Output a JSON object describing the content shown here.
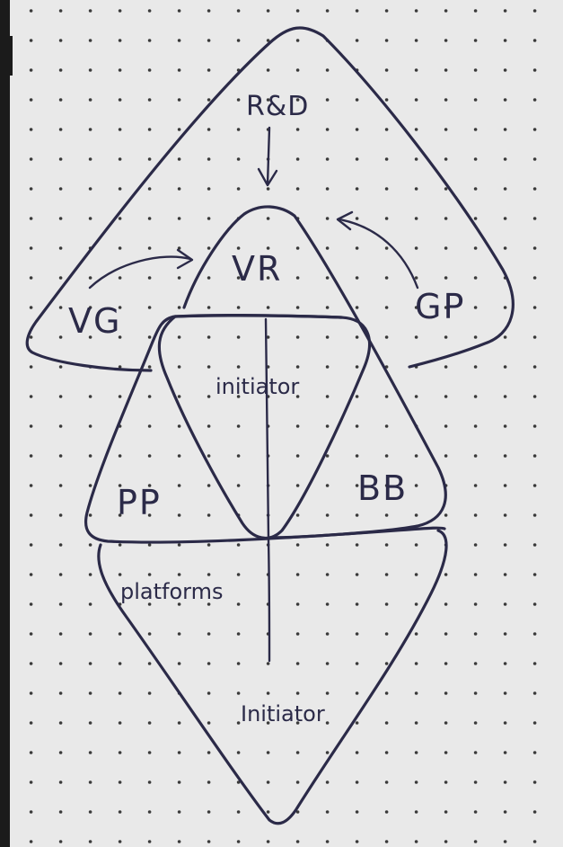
{
  "labels": {
    "rd": "R&D",
    "vr": "VR",
    "vg": "VG",
    "gp": "GP",
    "pp": "PP",
    "bb": "BB",
    "initiator_top": "initiator",
    "platforms": "platforms",
    "initiator_bottom": "Initiator"
  },
  "colors": {
    "paper": "#e9e9e9",
    "left_shadow": "#1b1b1b",
    "ink": "#2b2a48",
    "dot": "#3a3a3a"
  }
}
